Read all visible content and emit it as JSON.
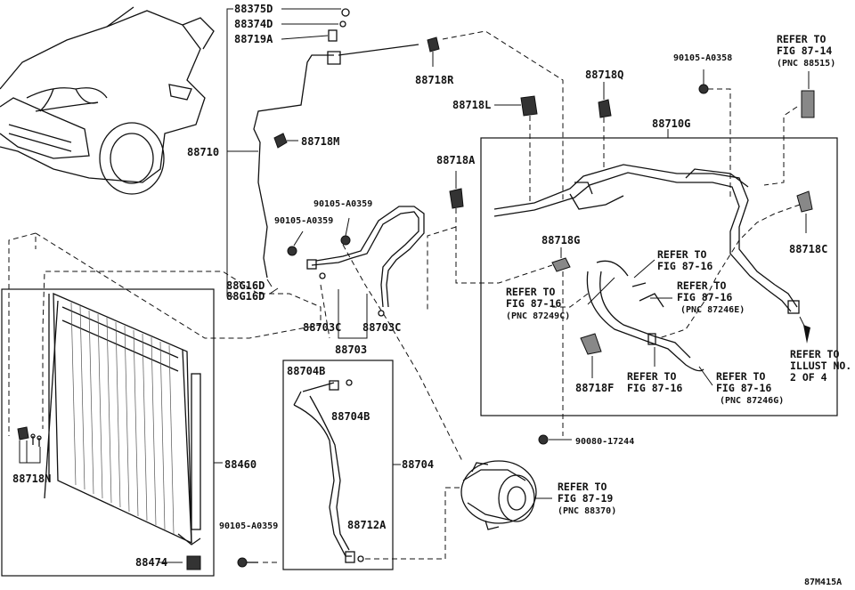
{
  "diagram_id": "87M415A",
  "parts": {
    "p88375D": "88375D",
    "p88374D": "88374D",
    "p88719A": "88719A",
    "p88718R": "88718R",
    "p88710": "88710",
    "p88718M": "88718M",
    "p88G16D_a": "88G16D",
    "p88G16D_b": "88G16D",
    "p90105_A0359_a": "90105-A0359",
    "p90105_A0359_b": "90105-A0359",
    "p90105_A0359_c": "90105-A0359",
    "p88703C_a": "88703C",
    "p88703C_b": "88703C",
    "p88703": "88703",
    "p88704B_a": "88704B",
    "p88704B_b": "88704B",
    "p88704": "88704",
    "p88712A": "88712A",
    "p88460": "88460",
    "p88474": "88474",
    "p88718N": "88718N",
    "p88718A": "88718A",
    "p88718L": "88718L",
    "p88718Q": "88718Q",
    "p90105_A0358": "90105-A0358",
    "p88710G": "88710G",
    "p88718G": "88718G",
    "p88718C": "88718C",
    "p88718F": "88718F",
    "p90080_17244": "90080-17244"
  },
  "refs": {
    "r1": {
      "l1": "REFER TO",
      "l2": "FIG 87-14",
      "l3": "(PNC 88515)"
    },
    "r2": {
      "l1": "REFER TO",
      "l2": "FIG 87-16"
    },
    "r3": {
      "l1": "REFER TO",
      "l2": "FIG 87-16",
      "l3": "(PNC 87249C)"
    },
    "r4": {
      "l1": "REFER TO",
      "l2": "FIG 87-16",
      "l3": "(PNC 87246E)"
    },
    "r5": {
      "l1": "REFER TO",
      "l2": "FIG 87-16"
    },
    "r6": {
      "l1": "REFER TO",
      "l2": "FIG 87-16",
      "l3": "(PNC 87246G)"
    },
    "r7": {
      "l1": "REFER TO",
      "l2": "ILLUST NO.",
      "l3": "2 OF 4"
    },
    "r8": {
      "l1": "REFER TO",
      "l2": "FIG 87-19",
      "l3": "(PNC 88370)"
    }
  }
}
